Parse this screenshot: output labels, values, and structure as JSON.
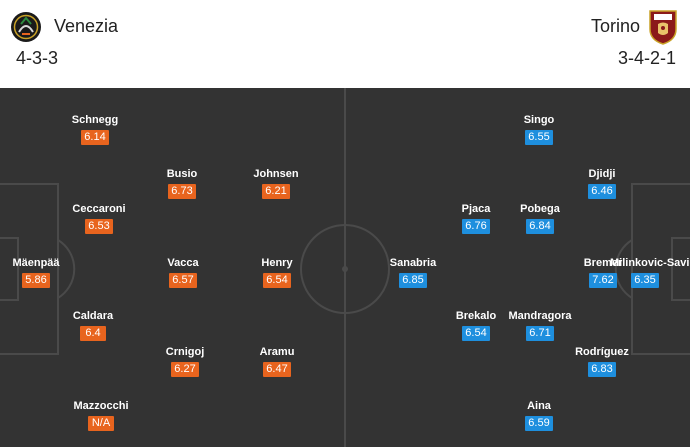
{
  "home": {
    "name": "Venezia",
    "formation": "4-3-3",
    "rating_color": "#e8641e",
    "logo_icon": "venezia-crest-icon",
    "players": [
      {
        "name": "Schnegg",
        "rating": "6.14"
      },
      {
        "name": "Busio",
        "rating": "6.73"
      },
      {
        "name": "Johnsen",
        "rating": "6.21"
      },
      {
        "name": "Ceccaroni",
        "rating": "6.53"
      },
      {
        "name": "Mäenpää",
        "rating": "5.86"
      },
      {
        "name": "Vacca",
        "rating": "6.57"
      },
      {
        "name": "Henry",
        "rating": "6.54"
      },
      {
        "name": "Caldara",
        "rating": "6.4"
      },
      {
        "name": "Crnigoj",
        "rating": "6.27"
      },
      {
        "name": "Aramu",
        "rating": "6.47"
      },
      {
        "name": "Mazzocchi",
        "rating": "N/A"
      }
    ]
  },
  "away": {
    "name": "Torino",
    "formation": "3-4-2-1",
    "rating_color": "#1e8fde",
    "logo_icon": "torino-crest-icon",
    "players": [
      {
        "name": "Singo",
        "rating": "6.55"
      },
      {
        "name": "Djidji",
        "rating": "6.46"
      },
      {
        "name": "Pjaca",
        "rating": "6.76"
      },
      {
        "name": "Pobega",
        "rating": "6.84"
      },
      {
        "name": "Sanabria",
        "rating": "6.85"
      },
      {
        "name": "Bremer",
        "rating": "7.62"
      },
      {
        "name": "Milinkovic-Savic",
        "rating": "6.35"
      },
      {
        "name": "Brekalo",
        "rating": "6.54"
      },
      {
        "name": "Mandragora",
        "rating": "6.71"
      },
      {
        "name": "Rodríguez",
        "rating": "6.83"
      },
      {
        "name": "Aina",
        "rating": "6.59"
      }
    ]
  },
  "pitch_color": "#333333",
  "line_color": "#4a4a4a"
}
